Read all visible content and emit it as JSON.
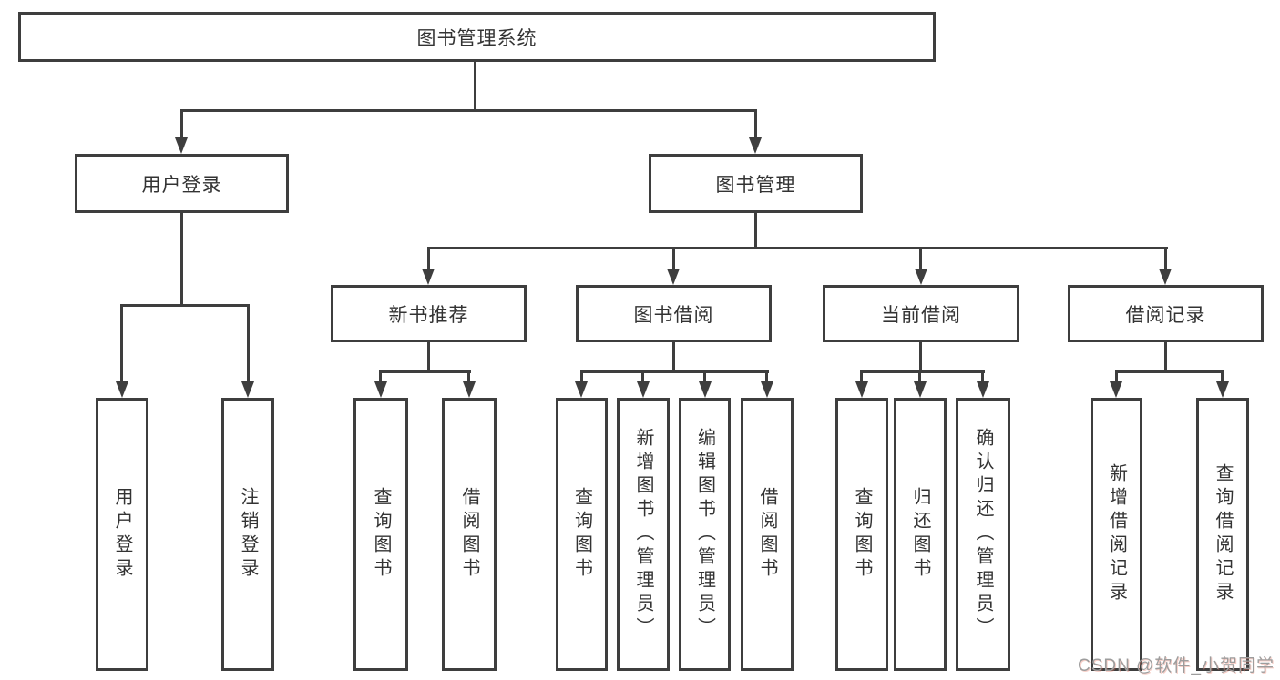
{
  "diagram": {
    "root": {
      "label": "图书管理系统"
    },
    "branches": [
      {
        "label": "用户登录",
        "children": [
          {
            "label": "用户登录"
          },
          {
            "label": "注销登录"
          }
        ]
      },
      {
        "label": "图书管理",
        "children": [
          {
            "label": "新书推荐",
            "children": [
              {
                "label": "查询图书"
              },
              {
                "label": "借阅图书"
              }
            ]
          },
          {
            "label": "图书借阅",
            "children": [
              {
                "label": "查询图书"
              },
              {
                "label": "新增图书（管理员）"
              },
              {
                "label": "编辑图书（管理员）"
              },
              {
                "label": "借阅图书"
              }
            ]
          },
          {
            "label": "当前借阅",
            "children": [
              {
                "label": "查询图书"
              },
              {
                "label": "归还图书"
              },
              {
                "label": "确认归还（管理员）"
              }
            ]
          },
          {
            "label": "借阅记录",
            "children": [
              {
                "label": "新增借阅记录"
              },
              {
                "label": "查询借阅记录"
              }
            ]
          }
        ]
      }
    ]
  },
  "watermark": {
    "text": "CSDN @软件_小贺同学"
  },
  "colors": {
    "line": "#3e3e3e",
    "text": "#333333",
    "watermark": "#9d9d9d",
    "background": "#ffffff"
  }
}
